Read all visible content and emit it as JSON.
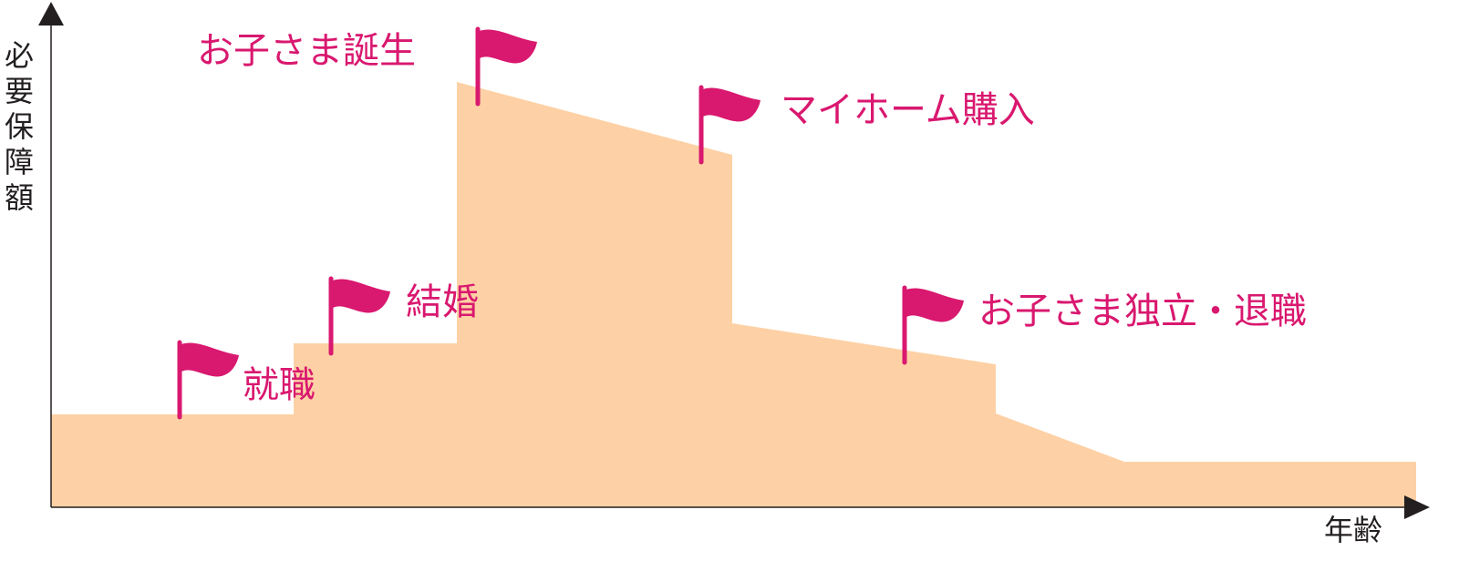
{
  "axes": {
    "y_label": "必要保障額",
    "x_label": "年齢"
  },
  "events": [
    {
      "label": "就職"
    },
    {
      "label": "結婚"
    },
    {
      "label": "お子さま誕生"
    },
    {
      "label": "マイホーム購入"
    },
    {
      "label": "お子さま独立・退職"
    }
  ],
  "colors": {
    "area_fill": "#fdd1a5",
    "flag": "#d9186f",
    "label": "#d9186f",
    "axis": "#231f20"
  },
  "icons": {
    "flag": "flag-icon",
    "axis_arrow": "arrow-icon"
  }
}
